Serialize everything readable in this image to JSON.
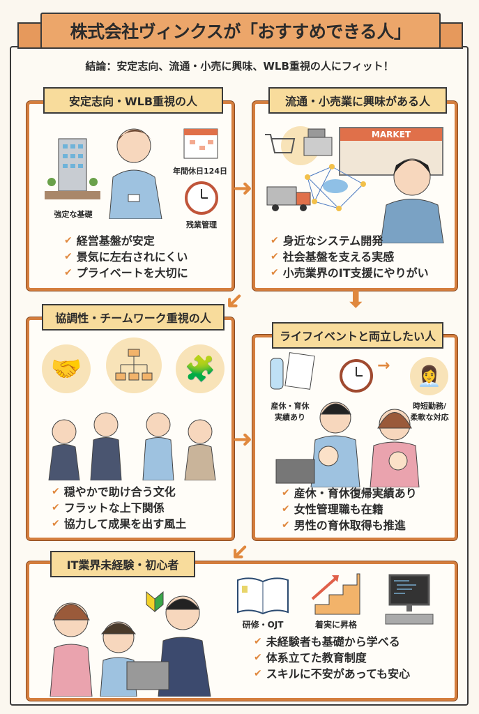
{
  "header": {
    "title": "株式会社ヴィンクスが「おすすめできる人」",
    "subtitle": "結論：安定志向、流通・小売に興味、WLB重視の人にフィット！"
  },
  "colors": {
    "accent": "#d47e3e",
    "ribbon": "#f8dc9c",
    "title_band": "#eca66a",
    "check": "#e0883e"
  },
  "panels": [
    {
      "title": "安定志向・WLB重視の人",
      "captions": [
        "強定な基礎",
        "年間休日124日",
        "残業管理"
      ],
      "bullets": [
        "経営基盤が安定",
        "景気に左右されにくい",
        "プライベートを大切に"
      ]
    },
    {
      "title": "流通・小売業に興味がある人",
      "captions": [
        "MARKET"
      ],
      "bullets": [
        "身近なシステム開発",
        "社会基盤を支える実感",
        "小売業界のIT支援にやりがい"
      ]
    },
    {
      "title": "協調性・チームワーク重視の人",
      "bullets": [
        "穏やかで助け合う文化",
        "フラットな上下関係",
        "協力して成果を出す風土"
      ]
    },
    {
      "title": "ライフイベントと両立したい人",
      "captions": [
        "産休・育休\n実績あり",
        "時短勤務/\n柔軟な対応"
      ],
      "bullets": [
        "産休・育休復帰実績あり",
        "女性管理職も在籍",
        "男性の育休取得も推進"
      ]
    },
    {
      "title": "IT業界未経験・初心者",
      "captions": [
        "研修・OJT",
        "着実に昇格"
      ],
      "bullets": [
        "未経験者も基礎から学べる",
        "体系立てた教育制度",
        "スキルに不安があっても安心"
      ]
    }
  ]
}
